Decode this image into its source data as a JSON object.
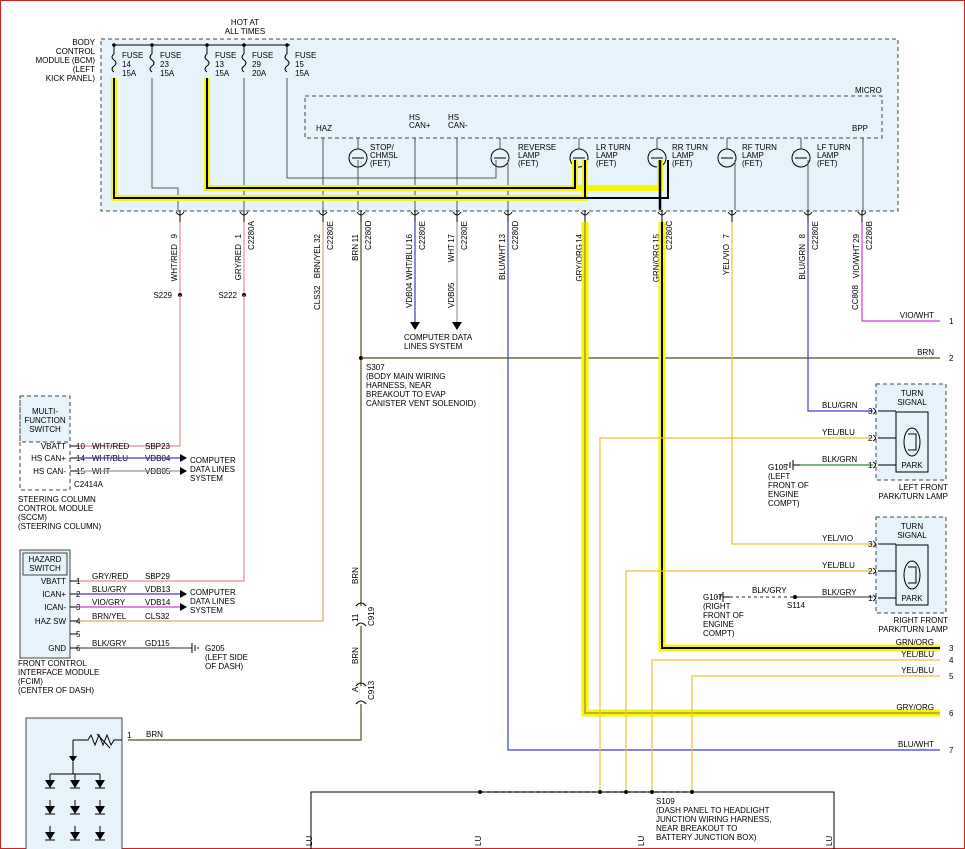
{
  "hot_at_all_times": [
    "HOT AT",
    "ALL TIMES"
  ],
  "bcm_label": [
    "BODY",
    "CONTROL",
    "MODULE (BCM)",
    "(LEFT",
    "KICK PANEL)"
  ],
  "fuses": [
    {
      "name": "FUSE",
      "num": "14",
      "amps": "15A"
    },
    {
      "name": "FUSE",
      "num": "23",
      "amps": "15A"
    },
    {
      "name": "FUSE",
      "num": "13",
      "amps": "15A"
    },
    {
      "name": "FUSE",
      "num": "29",
      "amps": "20A"
    },
    {
      "name": "FUSE",
      "num": "15",
      "amps": "15A"
    }
  ],
  "micro_label": "MICRO",
  "bcm_internal": [
    {
      "id": "haz",
      "lines": [
        "HAZ"
      ]
    },
    {
      "id": "stop",
      "lines": [
        "STOP/",
        "CHMSL",
        "(FET)"
      ]
    },
    {
      "id": "hscanp",
      "lines": [
        "HS",
        "CAN+"
      ]
    },
    {
      "id": "hscanm",
      "lines": [
        "HS",
        "CAN-"
      ]
    },
    {
      "id": "rev",
      "lines": [
        "REVERSE",
        "LAMP",
        "(FET)"
      ]
    },
    {
      "id": "lrturn",
      "lines": [
        "LR TURN",
        "LAMP",
        "(FET)"
      ]
    },
    {
      "id": "rrturn",
      "lines": [
        "RR TURN",
        "LAMP",
        "(FET)"
      ]
    },
    {
      "id": "rfturn",
      "lines": [
        "RF TURN",
        "LAMP",
        "(FET)"
      ]
    },
    {
      "id": "lfturn",
      "lines": [
        "LF TURN",
        "LAMP",
        "(FET)"
      ]
    },
    {
      "id": "bpp",
      "lines": [
        "BPP"
      ]
    }
  ],
  "bcm_pins": [
    {
      "pin": "9",
      "wire": "WHT/RED",
      "conn": ""
    },
    {
      "pin": "1",
      "wire": "GRY/RED",
      "conn": "C2280A"
    },
    {
      "pin": "32",
      "wire": "BRN/YEL",
      "conn": "C2280E"
    },
    {
      "pin": "11",
      "wire": "BRN",
      "conn": "C2280D"
    },
    {
      "pin": "16",
      "wire": "WHT/BLU",
      "conn": "C2280E"
    },
    {
      "pin": "17",
      "wire": "WHT",
      "conn": "C2280E"
    },
    {
      "pin": "13",
      "wire": "BLU/WHT",
      "conn": "C2280D"
    },
    {
      "pin": "14",
      "wire": "GRY/ORG",
      "conn": ""
    },
    {
      "pin": "15",
      "wire": "GRN/ORG",
      "conn": "C2280C"
    },
    {
      "pin": "7",
      "wire": "YEL/VIO",
      "conn": ""
    },
    {
      "pin": "8",
      "wire": "BLU/GRN",
      "conn": "C2280E"
    },
    {
      "pin": "29",
      "wire": "VIO/WHT",
      "conn": "C2280B"
    }
  ],
  "circuits": {
    "cls32": "CLS32",
    "vdb04": "VDB04",
    "vdb05": "VDB05",
    "cc808": "CC808"
  },
  "splices": {
    "s229": "S229",
    "s222": "S222"
  },
  "computer_data_top": [
    "COMPUTER DATA",
    "LINES SYSTEM"
  ],
  "s307": [
    "S307",
    "(BODY MAIN WIRING",
    "HARNESS, NEAR",
    "BREAKOUT TO EVAP",
    "CANISTER VENT SOLENOID)"
  ],
  "right_outputs": [
    {
      "num": "1",
      "wire": "VIO/WHT"
    },
    {
      "num": "2",
      "wire": "BRN"
    },
    {
      "num": "3",
      "wire": "GRN/ORG"
    },
    {
      "num": "4",
      "wire": "YEL/BLU"
    },
    {
      "num": "5",
      "wire": "YEL/BLU"
    },
    {
      "num": "6",
      "wire": "GRY/ORG"
    },
    {
      "num": "7",
      "wire": "BLU/WHT"
    }
  ],
  "lf_lamp": {
    "title": [
      "TURN",
      "SIGNAL"
    ],
    "park": "PARK",
    "caption": [
      "LEFT FRONT",
      "PARK/TURN LAMP"
    ],
    "pins": [
      {
        "pin": "3",
        "wire": "BLU/GRN"
      },
      {
        "pin": "2",
        "wire": "YEL/BLU"
      },
      {
        "pin": "1",
        "wire": "BLK/GRN"
      }
    ]
  },
  "rf_lamp": {
    "title": [
      "TURN",
      "SIGNAL"
    ],
    "park": "PARK",
    "caption": [
      "RIGHT FRONT",
      "PARK/TURN LAMP"
    ],
    "pins": [
      {
        "pin": "3",
        "wire": "YEL/VIO"
      },
      {
        "pin": "2",
        "wire": "YEL/BLU"
      },
      {
        "pin": "1",
        "wire": "BLK/GRY"
      }
    ]
  },
  "g105": [
    "G105",
    "(LEFT",
    "FRONT OF",
    "ENGINE",
    "COMPT)"
  ],
  "g107": [
    "G107",
    "(RIGHT",
    "FRONT OF",
    "ENGINE",
    "COMPT)"
  ],
  "s114": "S114",
  "blk_gry": "BLK/GRY",
  "scm": {
    "switch": [
      "MULTI-",
      "FUNCTION",
      "SWITCH"
    ],
    "pins": [
      {
        "label": "VBATT",
        "pin": "10",
        "wire": "WHT/RED",
        "circuit": "SBP23"
      },
      {
        "label": "HS CAN+",
        "pin": "14",
        "wire": "WHT/BLU",
        "circuit": "VDB04"
      },
      {
        "label": "HS CAN-",
        "pin": "15",
        "wire": "WHT",
        "circuit": "VDB05"
      }
    ],
    "connector": "C2414A",
    "caption": [
      "STEERING COLUMN",
      "CONTROL MODULE",
      "(SCCM)",
      "(STEERING COLUMN)"
    ],
    "cdl": [
      "COMPUTER",
      "DATA LINES",
      "SYSTEM"
    ]
  },
  "fcim": {
    "switch": [
      "HAZARD",
      "SWITCH"
    ],
    "pins": [
      {
        "label": "VBATT",
        "pin": "1",
        "wire": "GRY/RED",
        "circuit": "SBP29"
      },
      {
        "label": "ICAN+",
        "pin": "2",
        "wire": "BLU/GRY",
        "circuit": "VDB13"
      },
      {
        "label": "ICAN-",
        "pin": "3",
        "wire": "VIO/GRY",
        "circuit": "VDB14"
      },
      {
        "label": "HAZ SW",
        "pin": "4",
        "wire": "BRN/YEL",
        "circuit": "CLS32"
      },
      {
        "label": "",
        "pin": "5",
        "wire": "",
        "circuit": ""
      },
      {
        "label": "GND",
        "pin": "6",
        "wire": "BLK/GRY",
        "circuit": "GD115"
      }
    ],
    "g205": [
      "G205",
      "(LEFT SIDE",
      "OF DASH)"
    ],
    "caption": [
      "FRONT CONTROL",
      "INTERFACE MODULE",
      "(FCIM)",
      "(CENTER OF DASH)"
    ],
    "cdl": [
      "COMPUTER",
      "DATA LINES",
      "SYSTEM"
    ]
  },
  "c919": {
    "pin": "11",
    "name": "C919",
    "wire": "BRN"
  },
  "c913": {
    "pin": "A",
    "name": "C913",
    "wire": "BRN"
  },
  "bottom_brn": {
    "pin": "1",
    "wire": "BRN"
  },
  "s109": [
    "S109",
    "(DASH PANEL TO HEADLIGHT",
    "JUNCTION WIRING HARNESS,",
    "NEAR BREAKOUT TO",
    "BATTERY JUNCTION BOX)"
  ],
  "bottom_lu": "LU",
  "colors": {
    "border": "#cc2222",
    "module_fill": "#e6f3fb",
    "highlight": "#f7f700",
    "brn": "#5e4a1a",
    "yel": "#e8c53a",
    "blu": "#3b3bd6",
    "vio": "#d23cd2",
    "red": "#e08f8f",
    "grn": "#2e8b2e",
    "grn_org": "#000000"
  }
}
